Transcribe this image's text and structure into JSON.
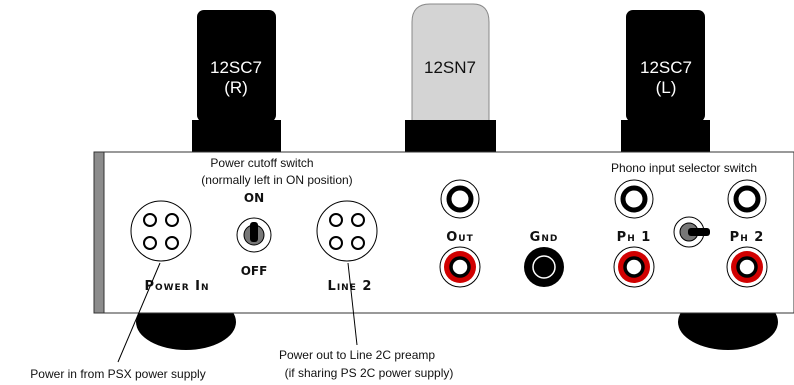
{
  "tubes": {
    "right": {
      "type": "12SC7",
      "channel": "(R)"
    },
    "center": {
      "type": "12SN7"
    },
    "left": {
      "type": "12SC7",
      "channel": "(L)"
    }
  },
  "power_switch": {
    "caption_line1": "Power cutoff switch",
    "caption_line2": "(normally left in ON position)",
    "on_label": "ON",
    "off_label": "OFF"
  },
  "connectors": {
    "power_in": "Power In",
    "line2": "Line 2"
  },
  "jacks": {
    "out": "Out",
    "gnd": "Gnd",
    "ph1": "Ph 1",
    "ph2": "Ph 2"
  },
  "phono_selector": {
    "caption": "Phono input selector switch"
  },
  "callouts": {
    "power_in_line1": "Power in from PSX power supply",
    "line2_out_line1": "Power out to Line 2C preamp",
    "line2_out_line2": "(if sharing PS 2C power supply)"
  },
  "colors": {
    "tube_dark": "#000000",
    "tube_light": "#d4d4d4",
    "jack_red": "#d10000",
    "panel_edge": "#8c8c8c"
  }
}
